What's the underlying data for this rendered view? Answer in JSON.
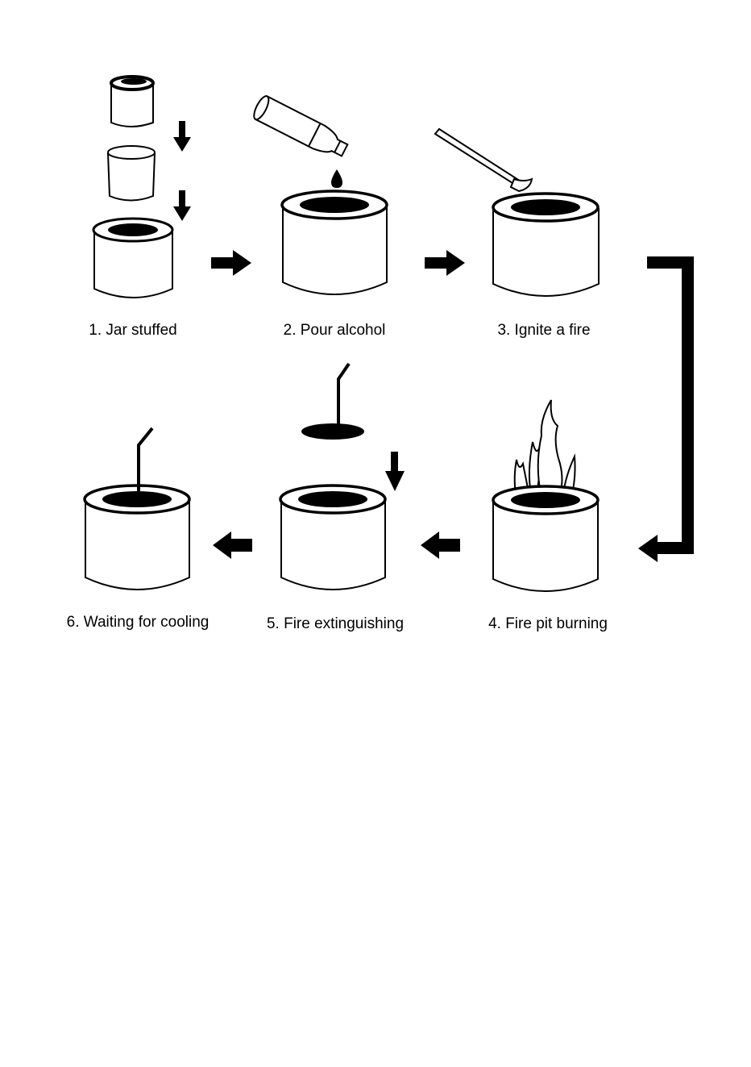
{
  "steps": [
    {
      "number": 1,
      "label": "1. Jar stuffed"
    },
    {
      "number": 2,
      "label": "2. Pour alcohol"
    },
    {
      "number": 3,
      "label": "3. Ignite a fire"
    },
    {
      "number": 4,
      "label": "4. Fire pit burning"
    },
    {
      "number": 5,
      "label": "5. Fire extinguishing"
    },
    {
      "number": 6,
      "label": "6. Waiting for cooling"
    }
  ],
  "colors": {
    "line": "#000000",
    "fill": "#ffffff",
    "ink": "#000000"
  }
}
